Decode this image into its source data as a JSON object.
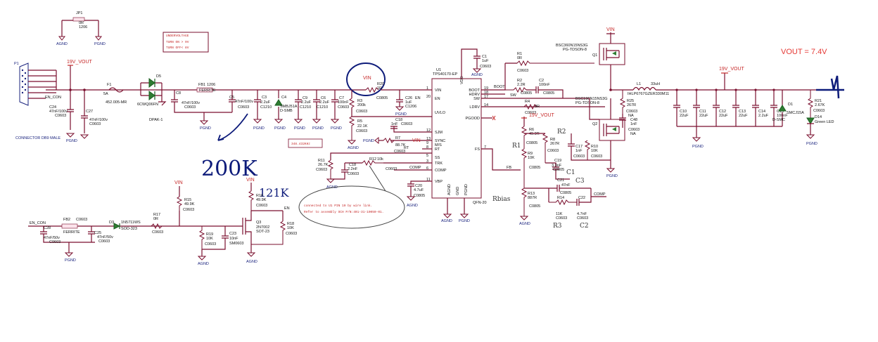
{
  "title": "VOUT = 7.4V",
  "nets": {
    "vin": "VIN",
    "v19": "19V_VOUT",
    "en_con": "EN_CON",
    "en": "EN",
    "comp": "COMP",
    "boot": "BOOT",
    "sw": "SW",
    "fb": "FB",
    "rt": "RT",
    "agnd": "AGND",
    "pgnd": "PGND"
  },
  "connector": {
    "ref": "P1",
    "label": "CONNECTOR DB9 MALE"
  },
  "jumper": {
    "ref": "JP1",
    "value": "0R",
    "pkg": "1206"
  },
  "notebox": {
    "line1": "UNDERVOLTAGE",
    "line2": "TURN ON > 9V",
    "line3": "TURN OFF< 8V"
  },
  "freq_note": "348.432KHz",
  "wire_note": {
    "line1": "connected to U1 PIN 10 by wire link.",
    "line2": "Refer to assembly SCH P/N:401-31-10050-01."
  },
  "handwriting": {
    "h1": "200K",
    "h2": "121K",
    "rbias": "Rbias",
    "r1": "R1",
    "r2": "R2",
    "r3": "R3",
    "c1": "C1",
    "c2": "C2",
    "c3": "C3"
  },
  "ic": {
    "ref": "U1",
    "part": "TPS40170-EP",
    "pkg": "QFN-20",
    "left_pins": [
      {
        "num": "1",
        "name": "VIN"
      },
      {
        "num": "20",
        "name": "EN"
      },
      {
        "num": "",
        "name": "UVLO"
      },
      {
        "num": "12",
        "name": "SJM"
      },
      {
        "num": "13",
        "name": "SYNC"
      },
      {
        "num": "9",
        "name": "M/S"
      },
      {
        "num": "8",
        "name": "RT"
      },
      {
        "num": "5",
        "name": "SS"
      },
      {
        "num": "3",
        "name": "TRK"
      },
      {
        "num": "6",
        "name": "COMP"
      },
      {
        "num": "11",
        "name": "VBP"
      }
    ],
    "right_pins": [
      {
        "num": "19",
        "name": "BOOT"
      },
      {
        "num": "18",
        "name": "HDRV"
      },
      {
        "num": "17",
        "name": "SW"
      },
      {
        "num": "14",
        "name": "LDRV"
      },
      {
        "num": "",
        "name": "PGOOD"
      },
      {
        "num": "7",
        "name": "FS"
      }
    ],
    "top_pin": "VDD",
    "bottom_pins": [
      "AGND",
      "GND",
      "PGND"
    ]
  },
  "components": {
    "f1": {
      "ref": "F1",
      "val": "5A",
      "pn": "452.005-MR"
    },
    "d5": {
      "ref": "D5",
      "val": "6CWQ06FN",
      "pkg": "DPAK-1"
    },
    "fb1": {
      "ref": "FB1",
      "val": "FERRITE",
      "pkg": "1206"
    },
    "c8": {
      "ref": "C8",
      "val": "47nF/100v",
      "pkg": "C0603"
    },
    "c5": {
      "ref": "C5",
      "val": "47nF/100v",
      "pkg": "C0603"
    },
    "c3": {
      "ref": "C3",
      "val": "2.2uF",
      "pkg": "C1210"
    },
    "c4": {
      "ref": "C4",
      "val": "SMBJ51A",
      "pkg": "D-SMB"
    },
    "c9": {
      "ref": "C9",
      "val": "2.2uF",
      "pkg": "C1210"
    },
    "c6": {
      "ref": "C6",
      "val": "2.2uF",
      "pkg": "C1210"
    },
    "c7": {
      "ref": "C7",
      "val": "100nF",
      "pkg": "C0603"
    },
    "c24": {
      "ref": "C24",
      "val": "47nF/100v",
      "pkg": "C0603"
    },
    "c27": {
      "ref": "C27",
      "val": "47nF/100v",
      "pkg": "C0603"
    },
    "r20": {
      "ref": "R20",
      "val": "1R",
      "pkg": "C0805"
    },
    "c26": {
      "ref": "C26",
      "val": "1uF",
      "pkg": "C1206"
    },
    "r3": {
      "ref": "R3",
      "val": "200k",
      "pkg": "C0603"
    },
    "r5": {
      "ref": "R5",
      "val": "22.1K",
      "pkg": "C0603"
    },
    "c18a": {
      "ref": "C18",
      "val": "1nF",
      "pkg": "C0603"
    },
    "r7": {
      "ref": "R7",
      "val": "88.7K",
      "pkg": "C0603"
    },
    "r11": {
      "ref": "R11",
      "val": "26.7K",
      "pkg": "C0603"
    },
    "c18b": {
      "ref": "C18",
      "val": "2.2nF",
      "pkg": "C0603"
    },
    "r12": {
      "ref": "R12",
      "val": "10k",
      "pkg": "C0603"
    },
    "c20": {
      "ref": "C20",
      "val": "4.7uF",
      "pkg": "C0805"
    },
    "c1": {
      "ref": "C1",
      "val": "1uF",
      "pkg": "C0603"
    },
    "r1": {
      "ref": "R1",
      "val": "0R",
      "pkg": "C0603"
    },
    "r2": {
      "ref": "R2",
      "val": "2.2R",
      "pkg": "C0805"
    },
    "c2": {
      "ref": "C2",
      "val": "100nF",
      "pkg": "C0805"
    },
    "r4": {
      "ref": "R4",
      "val": "0R",
      "pkg": "C0603"
    },
    "r6": {
      "ref": "R6",
      "val": "49.9R",
      "pkg": "C0805"
    },
    "r8": {
      "ref": "R8",
      "val": "267R",
      "pkg": "C0603"
    },
    "r9": {
      "ref": "R9",
      "val": "10K",
      "pkg": "C0805"
    },
    "c19": {
      "ref": "C19",
      "val": "3.3nF",
      "pkg": "C0805"
    },
    "r13": {
      "ref": "R13",
      "val": "887R",
      "pkg": "C0805"
    },
    "c21": {
      "ref": "C21",
      "val": "47nF",
      "pkg": "C0805"
    },
    "r14": {
      "ref": "R14",
      "val": "11K",
      "pkg": "C0603"
    },
    "c22": {
      "ref": "C22",
      "val": "4.7nF",
      "pkg": "C0603"
    },
    "c17": {
      "ref": "C17",
      "val": "1nF",
      "pkg": "C0603"
    },
    "r10": {
      "ref": "R10",
      "val": "10K",
      "pkg": "C0603"
    },
    "q1": {
      "ref": "Q1",
      "val": "BSC360N15NS3G",
      "pkg": "PG-TDSON-8"
    },
    "q2": {
      "ref": "Q2",
      "val": "BSC190N15NS3G",
      "pkg": "PG-TDSON-8"
    },
    "l1": {
      "ref": "L1",
      "val": "33uH",
      "pn": "IHLP6767GZER330M11"
    },
    "r25": {
      "ref": "R25",
      "val": "267R",
      "pkg": "C0603"
    },
    "c48": {
      "ref": "C48",
      "val": "1nF",
      "pkg": "C0603"
    },
    "c10": {
      "ref": "C10",
      "val": "22uF"
    },
    "c11": {
      "ref": "C11",
      "val": "22uF"
    },
    "c12": {
      "ref": "C12",
      "val": "22uF"
    },
    "c13": {
      "ref": "C13",
      "val": "22uF"
    },
    "c14": {
      "ref": "C14",
      "val": "2.2uF"
    },
    "c15": {
      "ref": "C15",
      "val": "100nF"
    },
    "d1": {
      "ref": "D1",
      "val": "SMCJ15A",
      "pkg": "D-SMC"
    },
    "r21": {
      "ref": "R21",
      "val": "2.67K",
      "pkg": "C0603"
    },
    "d14": {
      "ref": "D14",
      "val": "Green LED"
    },
    "fb2": {
      "ref": "FB2",
      "val": "FERRITE",
      "pkg": "C0603"
    },
    "c28": {
      "ref": "C28",
      "val": "47nF/50v",
      "pkg": "C0603"
    },
    "c25": {
      "ref": "C25",
      "val": "47nF/50v",
      "pkg": "C0603"
    },
    "d3": {
      "ref": "D3",
      "val": "1N5711WS",
      "pkg": "SOD-323"
    },
    "r17": {
      "ref": "R17",
      "val": "0R",
      "pkg": "C0603"
    },
    "r15": {
      "ref": "R15",
      "val": "49.9K",
      "pkg": "C0603"
    },
    "r19": {
      "ref": "R19",
      "val": "10K",
      "pkg": "C0603"
    },
    "c23": {
      "ref": "C23",
      "val": "10nF",
      "pkg": "SM0603"
    },
    "q3": {
      "ref": "Q3",
      "val": "2N7002",
      "pkg": "SOT-23"
    },
    "r16": {
      "ref": "R16",
      "val": "49.9K",
      "pkg": "C0603"
    },
    "r18": {
      "ref": "R18",
      "val": "10K",
      "pkg": "C0603"
    }
  },
  "misc": {
    "na": "NA"
  }
}
